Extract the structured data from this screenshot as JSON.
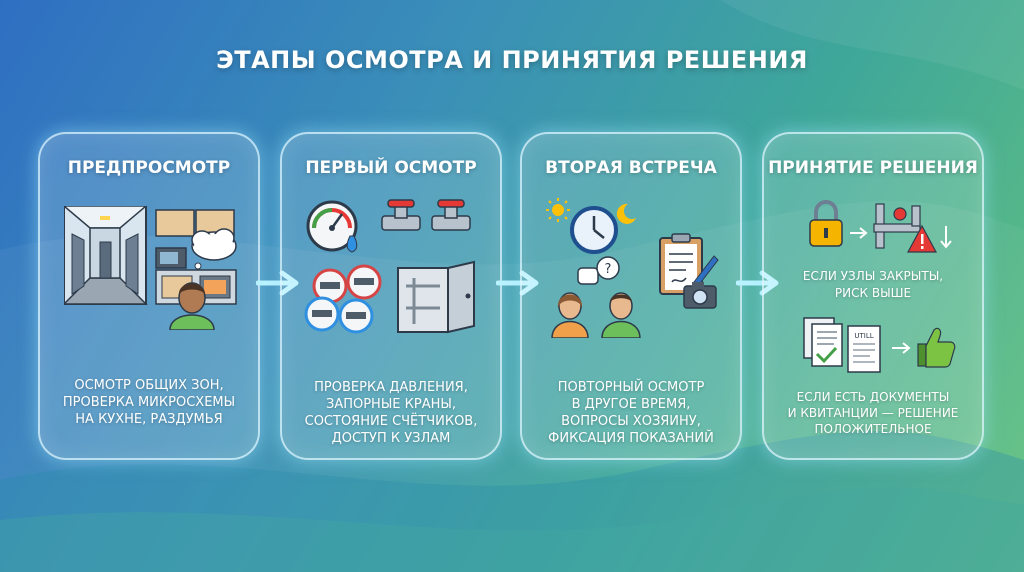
{
  "title": "ЭТАПЫ ОСМОТРА И ПРИНЯТИЯ РЕШЕНИЯ",
  "colors": {
    "card_border": "#dcf5ff",
    "arrow": "#b9f2ff",
    "warning": "#e53935",
    "check": "#43a047",
    "thumb": "#7cc243",
    "lock": "#f4b400"
  },
  "stages": [
    {
      "title": "ПРЕДПРОСМОТР",
      "desc": [
        "ОСМОТР ОБЩИХ ЗОН,",
        "ПРОВЕРКА МИКРОСХЕМЫ",
        "НА КУХНЕ, РАЗДУМЬЯ"
      ]
    },
    {
      "title": "ПЕРВЫЙ ОСМОТР",
      "desc": [
        "ПРОВЕРКА ДАВЛЕНИЯ,",
        "ЗАПОРНЫЕ КРАНЫ,",
        "СОСТОЯНИЕ СЧЁТЧИКОВ,",
        "ДОСТУП К УЗЛАМ"
      ]
    },
    {
      "title": "ВТОРАЯ ВСТРЕЧА",
      "desc": [
        "ПОВТОРНЫЙ ОСМОТР",
        "В ДРУГОЕ ВРЕМЯ,",
        "ВОПРОСЫ ХОЗЯИНУ,",
        "ФИКСАЦИЯ ПОКАЗАНИЙ"
      ]
    },
    {
      "title": "ПРИНЯТИЕ РЕШЕНИЯ",
      "outcomes": [
        {
          "desc": [
            "ЕСЛИ УЗЛЫ ЗАКРЫТЫ,",
            "РИСК ВЫШЕ"
          ]
        },
        {
          "desc": [
            "ЕСЛИ ЕСТЬ ДОКУМЕНТЫ",
            "И КВИТАНЦИИ — РЕШЕНИЕ",
            "ПОЛОЖИТЕЛЬНОЕ"
          ],
          "receipt_label": "UTILL"
        }
      ]
    }
  ],
  "icons": [
    "hallway-icon",
    "kitchen-icon",
    "thought-cloud-icon",
    "person-icon",
    "pressure-gauge-icon",
    "valve-icon",
    "meter-icon",
    "cabinet-icon",
    "sun-icon",
    "clock-icon",
    "moon-icon",
    "clipboard-icon",
    "camera-icon",
    "lock-icon",
    "pipes-icon",
    "warning-icon",
    "documents-icon",
    "thumbs-up-icon"
  ]
}
